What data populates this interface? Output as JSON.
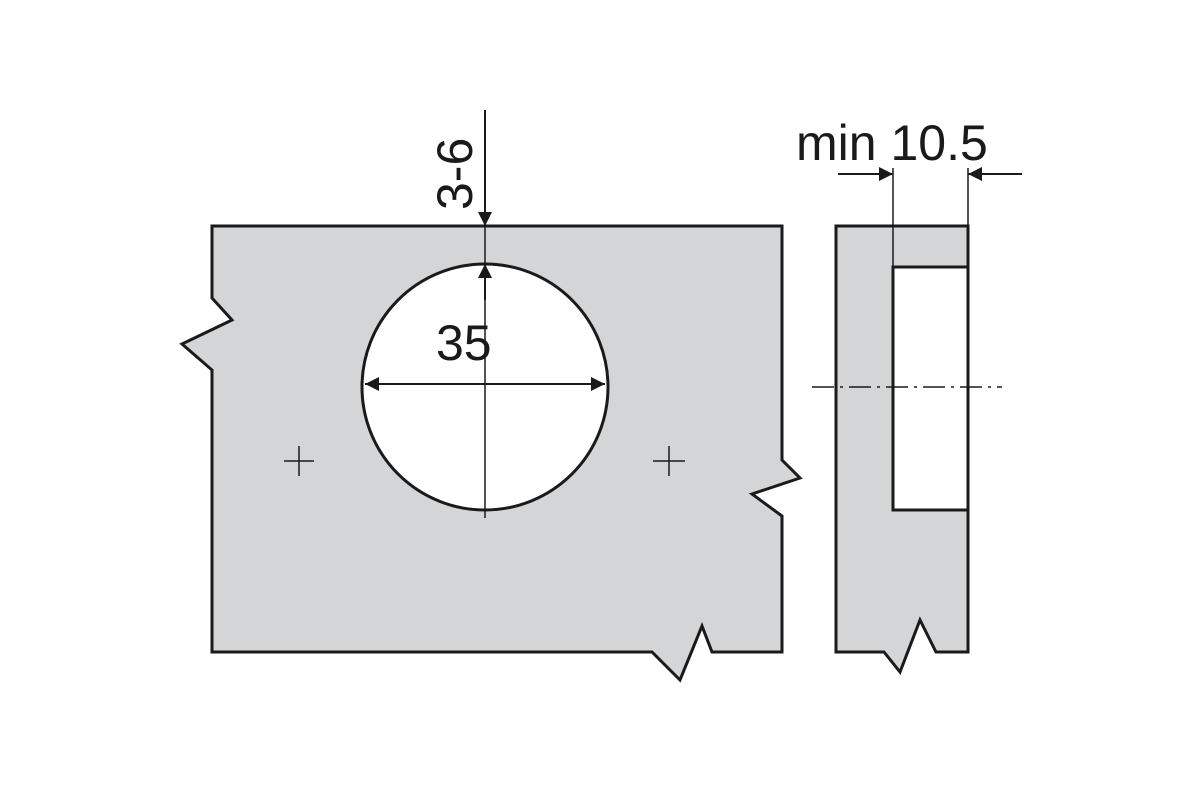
{
  "diagram": {
    "labels": {
      "edge_distance": "3-6",
      "bore_diameter": "35",
      "min_depth": "min 10.5"
    },
    "colors": {
      "panel_fill": "#d4d5d7",
      "line": "#1a1a1a",
      "background": "#ffffff"
    }
  }
}
